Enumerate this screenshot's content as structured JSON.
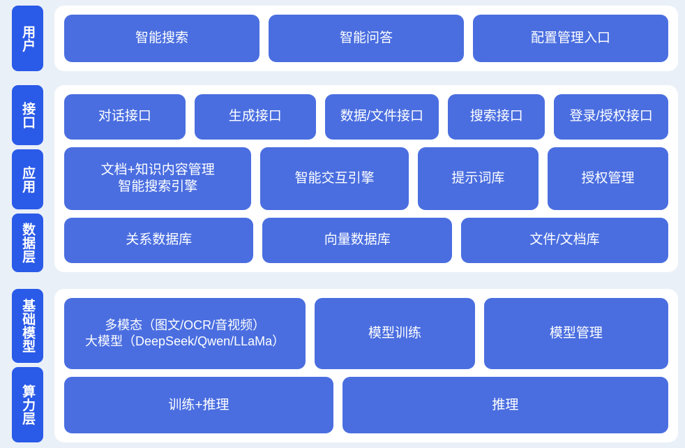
{
  "colors": {
    "page_background": "#eaf0f8",
    "card_background": "#ffffff",
    "tab_blue": "#2a5ae8",
    "box_blue": "#4a6ee0",
    "text_white": "#ffffff"
  },
  "bands": [
    {
      "name": "user-band",
      "tabs": [
        {
          "label": "用户"
        }
      ],
      "rows": [
        {
          "name": "user-entry-row",
          "boxes": [
            {
              "label": "智能搜索",
              "flex": 1
            },
            {
              "label": "智能问答",
              "flex": 1
            },
            {
              "label": "配置管理入口",
              "flex": 1
            }
          ]
        }
      ]
    },
    {
      "name": "middle-band",
      "tabs": [
        {
          "label": "接口"
        },
        {
          "label": "应用"
        },
        {
          "label": "数据层"
        }
      ],
      "rows": [
        {
          "name": "interface-row",
          "boxes": [
            {
              "label": "对话接口",
              "flex": 1.09
            },
            {
              "label": "生成接口",
              "flex": 1.09
            },
            {
              "label": "数据/文件接口",
              "flex": 1.02
            },
            {
              "label": "搜索接口",
              "flex": 0.85
            },
            {
              "label": "登录/授权接口",
              "flex": 1.02
            }
          ]
        },
        {
          "name": "application-row",
          "boxes": [
            {
              "label": "文档+知识内容管理\n智能搜索引擎",
              "flex": 1.35
            },
            {
              "label": "智能交互引擎",
              "flex": 1.05
            },
            {
              "label": "提示词库",
              "flex": 0.84
            },
            {
              "label": "授权管理",
              "flex": 0.84
            }
          ]
        },
        {
          "name": "data-row",
          "boxes": [
            {
              "label": "关系数据库",
              "flex": 1
            },
            {
              "label": "向量数据库",
              "flex": 1
            },
            {
              "label": "文件/文档库",
              "flex": 1.1
            }
          ]
        }
      ]
    },
    {
      "name": "platform-band",
      "tabs": [
        {
          "label": "基础模型"
        },
        {
          "label": "算力层"
        }
      ],
      "rows": [
        {
          "name": "model-row",
          "boxes": [
            {
              "label": "多模态（图文/OCR/音视频）\n大模型（DeepSeek/Qwen/LLaMa）",
              "flex": 1.33
            },
            {
              "label": "模型训练",
              "flex": 0.86
            },
            {
              "label": "模型管理",
              "flex": 1.0
            }
          ]
        },
        {
          "name": "compute-row",
          "boxes": [
            {
              "label": "训练+推理",
              "flex": 1
            },
            {
              "label": "推理",
              "flex": 1.22
            }
          ]
        }
      ]
    }
  ]
}
